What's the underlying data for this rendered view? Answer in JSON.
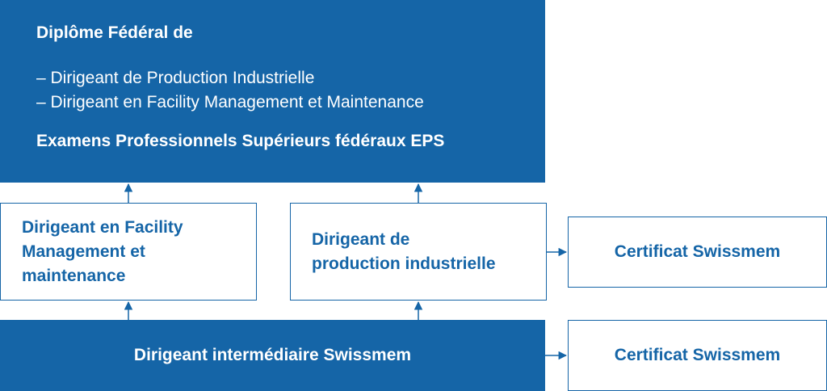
{
  "top_box": {
    "heading": "Diplôme Fédéral de",
    "items": [
      "– Dirigeant de Production Industrielle",
      "– Dirigeant en Facility Management et Maintenance"
    ],
    "footer": "Examens Professionnels Supérieurs fédéraux EPS"
  },
  "facility_box": {
    "label": "Dirigeant en Facility\nManagement et\nmaintenance"
  },
  "production_box": {
    "label": "Dirigeant de\nproduction industrielle"
  },
  "intermediate_box": {
    "label": "Dirigeant intermédiaire Swissmem"
  },
  "certificate_production": {
    "label": "Certificat Swissmem"
  },
  "certificate_intermediate": {
    "label": "Certificat Swissmem"
  },
  "colors": {
    "primary": "#1565a7",
    "background": "#ffffff",
    "text_on_primary": "#ffffff"
  }
}
